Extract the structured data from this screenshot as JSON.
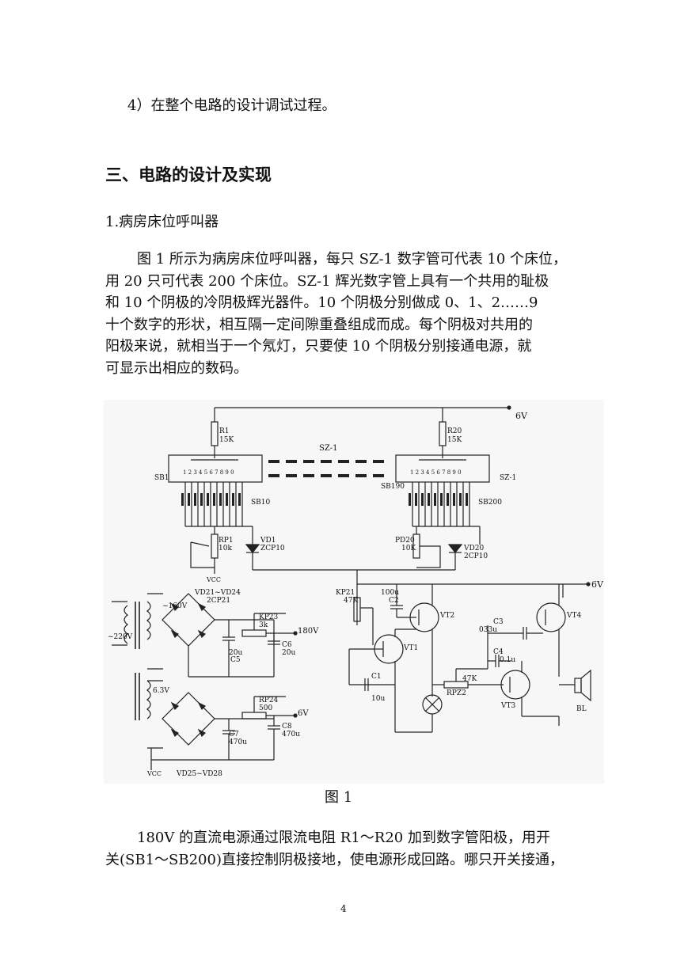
{
  "doc": {
    "item4": "4）在整个电路的设计调试过程。",
    "section_heading": "三、电路的设计及实现",
    "subheading": "1.病房床位呼叫器",
    "para1": [
      "图 1 所示为病房床位呼叫器，每只 SZ-1 数字管可代表 10 个床位，",
      "用 20 只可代表 200 个床位。SZ-1 辉光数字管上具有一个共用的耻极",
      "和 10 个阴极的冷阴极辉光器件。10 个阴极分别做成 0、1、2……9",
      "十个数字的形状，相互隔一定间隙重叠组成而成。每个阴极对共用的",
      "阳极来说，就相当于一个氖灯，只要使 10 个阴极分别接通电源，就",
      "可显示出相应的数码。"
    ],
    "figure_caption": "图 1",
    "para2": [
      "180V 的直流电源通过限流电阻 R1～R20 加到数字管阳极，用开",
      "关(SB1～SB200)直接控制阴极接地，使电源形成回路。哪只开关接通，"
    ],
    "page_number": "4"
  },
  "figure": {
    "labels": {
      "six_v_top": "6V",
      "r1": "R1",
      "r1_val": "15K",
      "r20": "R20",
      "r20_val": "15K",
      "sz1_mid": "SZ-1",
      "sb1": "SB1",
      "digits": "1 2 3 4 5 6 7 8 9 0",
      "sb10": "SB10",
      "sb190": "SB190",
      "sz1_right": "SZ-1",
      "sb200": "SB200",
      "rp1": "RP1",
      "rp1_val": "10k",
      "vd1": "VD1",
      "vd1_val": "ZCP10",
      "pd20": "PD20",
      "pd20_val": "10K",
      "vd20": "VD20",
      "vd20_val": "2CP10",
      "vcc1": "VCC",
      "six_v_right": "6V",
      "vd21": "VD21~VD24",
      "vd21_val": "2CP21",
      "v160": "~160V",
      "v220": "~220V",
      "kp23": "KP23",
      "kp23_val": "3k",
      "v180": "180V",
      "c5_val": "20u",
      "c5": "C5",
      "c6": "C6",
      "c6_val": "20u",
      "v63": "6.3V",
      "rp24": "RP24",
      "rp24_val": "500",
      "six_v_psu": "6V",
      "c7": "C7",
      "c7_val": "470u",
      "c8": "C8",
      "c8_val": "470u",
      "vcc2": "VCC",
      "vd25": "VD25~VD28",
      "kp21": "KP21",
      "kp21_val": "47K",
      "c2_val": "100u",
      "c2": "C2",
      "vt2": "VT2",
      "vt1": "VT1",
      "c1": "C1",
      "c1_val": "10u",
      "c3": "C3",
      "c3_val": "033u",
      "c4": "C4",
      "c4_val": "0.1u",
      "k47": "47K",
      "rpz2": "RPZ2",
      "vt3": "VT3",
      "vt4": "VT4",
      "bl": "BL"
    }
  }
}
